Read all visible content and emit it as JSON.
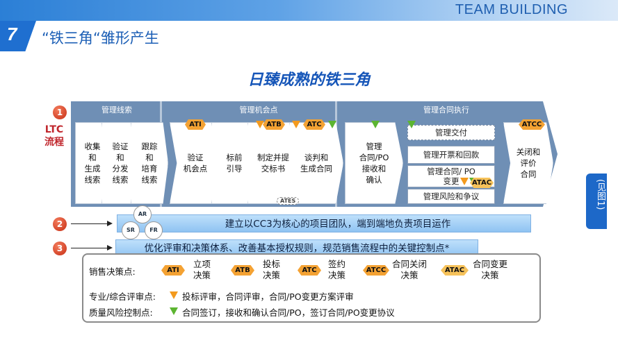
{
  "header": {
    "brand": "TEAM BUILDING",
    "tab_number": "7",
    "section_title": "“铁三角“雏形产生"
  },
  "title": "日臻成熟的铁三角",
  "side_label": "(见图1)",
  "ltc_label": "LTC\n流程",
  "markers": [
    "1",
    "2",
    "3"
  ],
  "phases": [
    {
      "title": "管理线索",
      "steps": [
        "收集\n和\n生成\n线索",
        "验证\n和\n分发\n线索",
        "跟踪\n和\n培育\n线索"
      ]
    },
    {
      "title": "管理机会点",
      "steps": [
        "验证\n机会点",
        "标前\n引导",
        "制定并提\n交标书",
        "谈判和\n生成合同"
      ]
    },
    {
      "title": "管理合同执行",
      "steps": [
        "管理\n合同/PO\n接收和\n确认",
        "管理交付",
        "管理开票和回款",
        "管理合同/ PO\n变更",
        "管理风险和争议",
        "关闭和\n评价\n合同"
      ]
    }
  ],
  "tags": {
    "ati": "ATI",
    "atb": "ATB",
    "atc": "ATC",
    "atcc": "ATCC",
    "atac": "ATAC",
    "ates": "ATES"
  },
  "team_nodes": [
    "AR",
    "SR",
    "FR"
  ],
  "bar2": "建立以CC3为核心的项目团队，端到端地负责项目运作",
  "bar3": "优化评审和决策体系、改善基本授权规则，规范销售流程中的关键控制点*",
  "legend": {
    "decision_label": "销售决策点:",
    "decisions": [
      "立项\n决策",
      "投标\n决策",
      "签约\n决策",
      "合同关闭\n决策",
      "合同变更\n决策"
    ],
    "review_label": "专业/综合评审点:",
    "review_text": "投标评审，合同评审，合同/PO变更方案评审",
    "quality_label": "质量风险控制点:",
    "quality_text": "合同签订，接收和确认合同/PO，签订合同/PO变更协议"
  },
  "colors": {
    "accent": "#1f6fd0",
    "phase_header": "#5b7fa8",
    "tag": "#f4a233",
    "review": "#f39a1e",
    "quality": "#5cb531",
    "marker": "#c72f16"
  }
}
